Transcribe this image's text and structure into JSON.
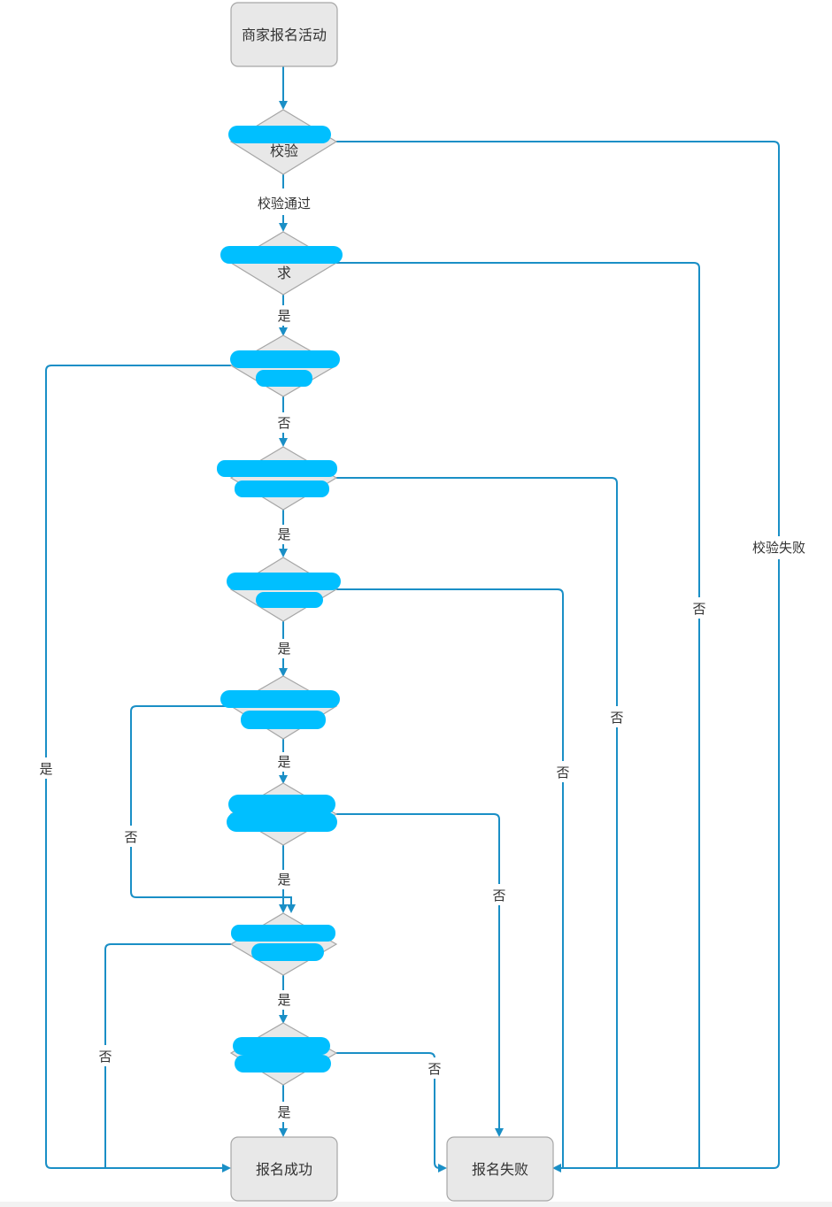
{
  "colors": {
    "edge": "#1a8fc6",
    "node_fill": "#e8e8e8",
    "node_stroke": "#a6a6a6",
    "redaction": "#00bfff"
  },
  "nodes": {
    "start": "商家报名活动",
    "check": "校验",
    "req": "求",
    "success": "报名成功",
    "fail": "报名失败"
  },
  "edge_labels": {
    "check_pass": "校验通过",
    "check_fail": "校验失败",
    "d2_yes": "是",
    "d2_no": "否",
    "d3_yes": "是",
    "d3_no": "否",
    "d4_yes": "是",
    "d4_no": "否",
    "d5_yes": "是",
    "d5_no": "否",
    "d6_yes": "是",
    "d6_no": "否",
    "d7_yes": "是",
    "d7_no": "否",
    "d8_yes": "是",
    "d8_no": "否",
    "d9_yes": "是",
    "d9_no": "否"
  }
}
